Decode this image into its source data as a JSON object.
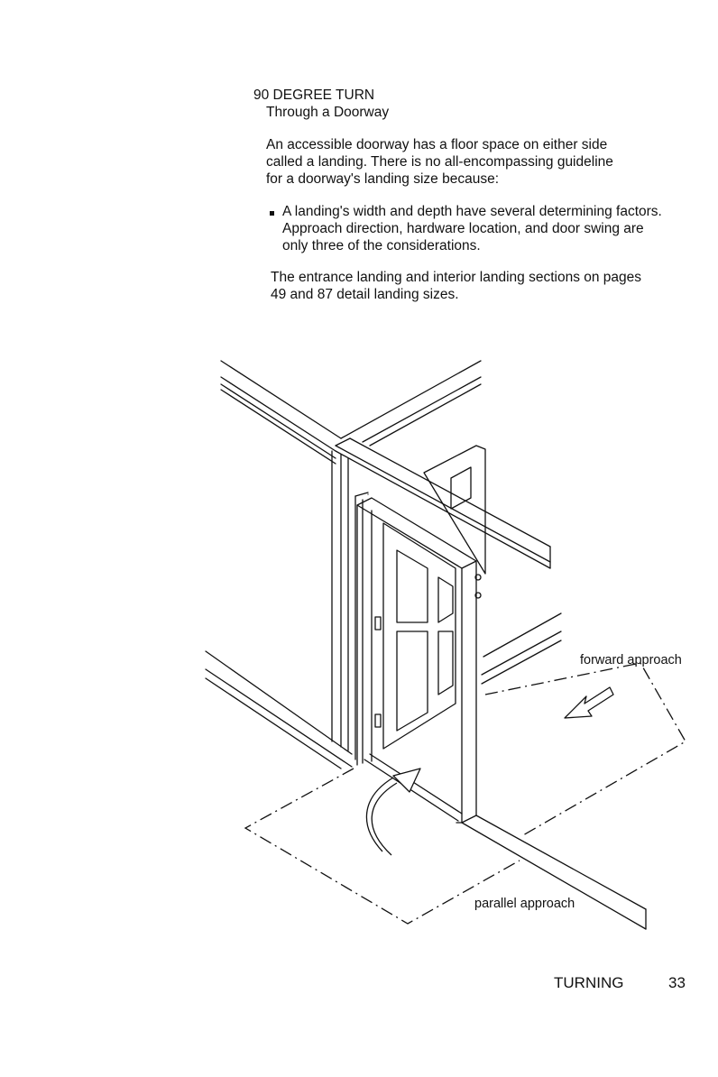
{
  "heading": "90 DEGREE TURN",
  "subheading": "Through a Doorway",
  "intro_lines": [
    "An accessible doorway has a floor space on either side",
    "called a landing.  There is no all-encompassing guideline",
    "for a doorway's landing size because:"
  ],
  "bullet_lines": [
    "A landing's width and depth have several determining factors.",
    "Approach direction, hardware location, and door swing are",
    "only three of the considerations."
  ],
  "closing_lines": [
    "The entrance landing and interior landing sections on pages",
    "49 and 87 detail landing sizes."
  ],
  "illustration": {
    "forward_label": "forward approach",
    "parallel_label": "parallel approach"
  },
  "footer": {
    "section": "TURNING",
    "page": "33"
  }
}
